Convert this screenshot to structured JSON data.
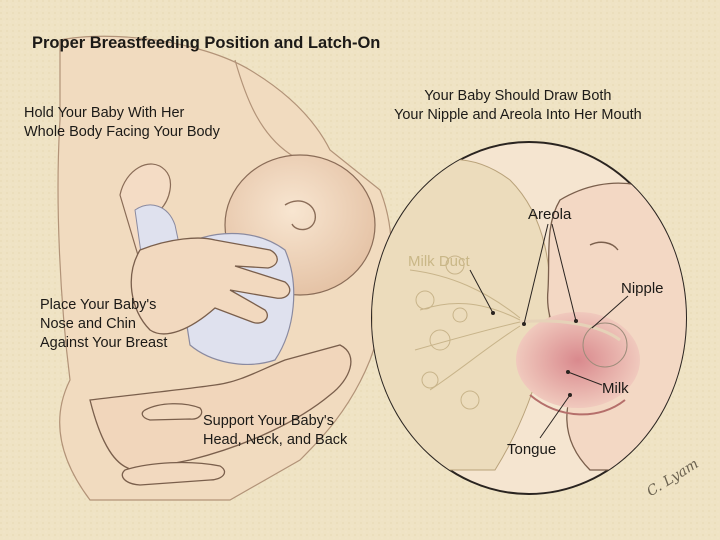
{
  "title": "Proper Breastfeeding Position and Latch-On",
  "labels": {
    "hold": [
      "Hold Your Baby With Her",
      "Whole Body Facing Your Body"
    ],
    "nose": [
      "Place Your Baby's",
      "Nose and Chin",
      "Against Your Breast"
    ],
    "support": [
      "Support Your Baby's",
      "Head, Neck, and Back"
    ],
    "draw": [
      "Your Baby Should Draw Both",
      "Your Nipple and Areola Into Her Mouth"
    ],
    "areola": "Areola",
    "milk_duct": "Milk Duct",
    "nipple": "Nipple",
    "milk": "Milk",
    "tongue": "Tongue"
  },
  "signature": "C. Lyam",
  "colors": {
    "background": "#efe3c4",
    "skin": "#f3dcc2",
    "skin_shadow": "#d9b79a",
    "mouth": "#d9898d",
    "cloth": "#dfe1ee",
    "outline": "#7a5f4c"
  }
}
